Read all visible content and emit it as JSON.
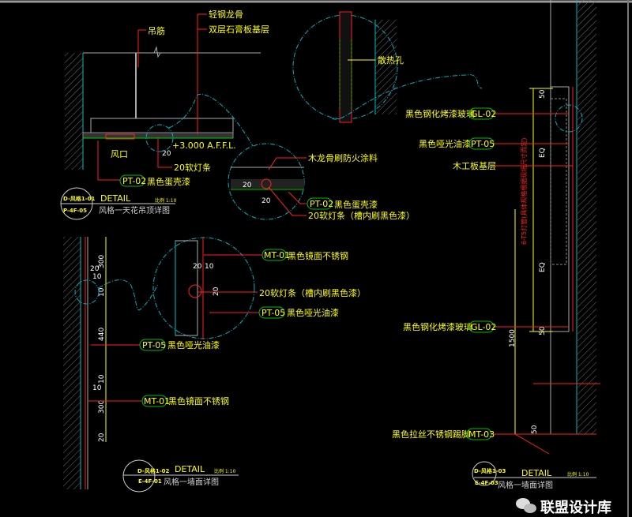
{
  "colors": {
    "background": "#000000",
    "leader": "#ff0000",
    "text": "#ffff00",
    "tag": "#00c000",
    "detail_circle": "#00b0c0",
    "wall": "#808080"
  },
  "detail1": {
    "labels": {
      "hanger": "吊筋",
      "steel_keel": "轻钢龙骨",
      "gypsum": "双层石膏板基层",
      "vent": "风口",
      "elevation": "+3.000 A.F.F.L.",
      "light_strip": "20软灯条",
      "dim20": "20"
    },
    "pt02": {
      "code": "PT-02",
      "text": "黑色蛋壳漆"
    },
    "zoom_top": {
      "label": "散热孔"
    },
    "zoom_bottom": {
      "wood_keel": "木龙骨刷防火涂料",
      "pt02_code": "PT-02",
      "pt02_text": "黑色蛋壳漆",
      "light_strip": "20软灯条（槽内刷黑色漆）",
      "dim_a": "20",
      "dim_b": "20"
    },
    "title": {
      "code": "D-风格1-01",
      "sheet": "P-4F-05",
      "detail": "DETAIL",
      "scale": "比例 1:10",
      "name": "风格一天花吊顶详图"
    }
  },
  "detail2": {
    "dims": [
      "300",
      "20",
      "10",
      "10",
      "440",
      "10",
      "10",
      "300",
      "20"
    ],
    "zoom": {
      "mt01_code": "MT-01",
      "mt01_text": "黑色镜面不锈钢",
      "dim_20": "20",
      "dim_10": "10",
      "dim_v20": "20",
      "light_strip": "20软灯条（槽内刷黑色漆）",
      "pt05_code": "PT-05",
      "pt05_text": "黑色哑光油漆"
    },
    "pt05": {
      "code": "PT-05",
      "text": "黑色哑光油漆"
    },
    "mt01": {
      "code": "MT-01",
      "text": "黑色镜面不锈钢"
    },
    "title": {
      "code": "D-风格1-02",
      "sheet": "E-4F-01",
      "detail": "DETAIL",
      "scale": "比例 1:10",
      "name": "风格一墙面详图"
    }
  },
  "detail3": {
    "gl02_top": {
      "text": "黑色钢化烤漆玻璃",
      "code": "GL-02"
    },
    "pt05": {
      "text": "黑色哑光油漆",
      "code": "PT-05"
    },
    "board": {
      "text": "木工板基层"
    },
    "gl02_bottom": {
      "text": "黑色钢化烤漆玻璃",
      "code": "GL-02"
    },
    "mt03": {
      "text": "黑色拉丝不锈钢踢脚",
      "code": "MT-03"
    },
    "dims": {
      "top50": "50",
      "eq1": "EQ",
      "eq2": "EQ",
      "bottom50": "50",
      "h1500": "1500",
      "base50": "50"
    },
    "lamp_note": "6-T5灯管(具体规格根据现场尺寸而定)",
    "title": {
      "code": "D-风格1-03",
      "sheet": "E-4F-03",
      "detail": "DETAIL",
      "scale": "比例 1:10",
      "name": "风格一墙面详图"
    }
  },
  "watermark": "联盟设计库"
}
